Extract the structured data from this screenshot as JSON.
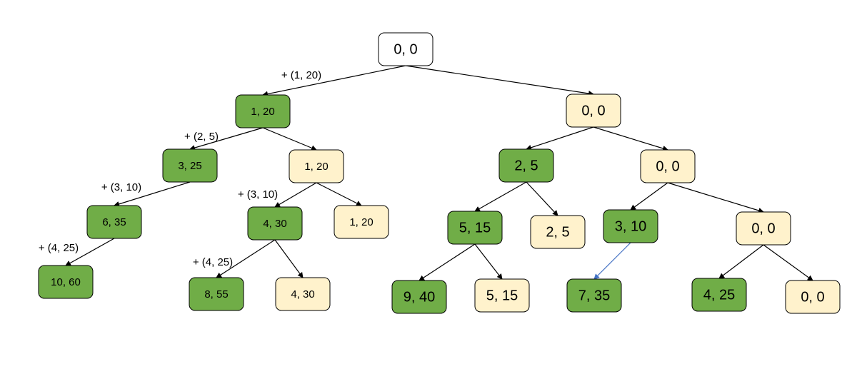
{
  "colors": {
    "background": "#ffffff",
    "included": "#70ad47",
    "excluded": "#fff2cc",
    "root": "#ffffff",
    "stroke": "#000000",
    "edge": "#000000",
    "highlight_edge": "#4472c4"
  },
  "nodes": [
    {
      "id": "n0",
      "label": "0, 0",
      "state": "root"
    },
    {
      "id": "n1",
      "label": "1, 20",
      "state": "included"
    },
    {
      "id": "n2",
      "label": "0, 0",
      "state": "excluded"
    },
    {
      "id": "n3",
      "label": "3, 25",
      "state": "included"
    },
    {
      "id": "n4",
      "label": "1, 20",
      "state": "excluded"
    },
    {
      "id": "n5",
      "label": "2, 5",
      "state": "included"
    },
    {
      "id": "n6",
      "label": "0, 0",
      "state": "excluded"
    },
    {
      "id": "n7",
      "label": "6, 35",
      "state": "included"
    },
    {
      "id": "n8",
      "label": "4, 30",
      "state": "included"
    },
    {
      "id": "n9",
      "label": "1, 20",
      "state": "excluded"
    },
    {
      "id": "n10",
      "label": "5, 15",
      "state": "included"
    },
    {
      "id": "n11",
      "label": "2, 5",
      "state": "excluded"
    },
    {
      "id": "n12",
      "label": "3, 10",
      "state": "included"
    },
    {
      "id": "n13",
      "label": "0, 0",
      "state": "excluded"
    },
    {
      "id": "n14",
      "label": "10, 60",
      "state": "included"
    },
    {
      "id": "n15",
      "label": "8, 55",
      "state": "included"
    },
    {
      "id": "n16",
      "label": "4, 30",
      "state": "excluded"
    },
    {
      "id": "n17",
      "label": "9, 40",
      "state": "included"
    },
    {
      "id": "n18",
      "label": "5, 15",
      "state": "excluded"
    },
    {
      "id": "n19",
      "label": "7, 35",
      "state": "included"
    },
    {
      "id": "n20",
      "label": "4, 25",
      "state": "included"
    },
    {
      "id": "n21",
      "label": "0, 0",
      "state": "excluded"
    }
  ],
  "edges": [
    {
      "from": "n0",
      "to": "n1",
      "label": "+ (1, 20)"
    },
    {
      "from": "n0",
      "to": "n2",
      "label": ""
    },
    {
      "from": "n1",
      "to": "n3",
      "label": "+ (2, 5)"
    },
    {
      "from": "n1",
      "to": "n4",
      "label": ""
    },
    {
      "from": "n2",
      "to": "n5",
      "label": ""
    },
    {
      "from": "n2",
      "to": "n6",
      "label": ""
    },
    {
      "from": "n3",
      "to": "n7",
      "label": "+ (3, 10)"
    },
    {
      "from": "n4",
      "to": "n8",
      "label": "+ (3, 10)"
    },
    {
      "from": "n4",
      "to": "n9",
      "label": ""
    },
    {
      "from": "n5",
      "to": "n10",
      "label": ""
    },
    {
      "from": "n5",
      "to": "n11",
      "label": ""
    },
    {
      "from": "n6",
      "to": "n12",
      "label": ""
    },
    {
      "from": "n6",
      "to": "n13",
      "label": ""
    },
    {
      "from": "n7",
      "to": "n14",
      "label": "+ (4, 25)"
    },
    {
      "from": "n8",
      "to": "n15",
      "label": "+ (4, 25)"
    },
    {
      "from": "n8",
      "to": "n16",
      "label": ""
    },
    {
      "from": "n10",
      "to": "n17",
      "label": ""
    },
    {
      "from": "n10",
      "to": "n18",
      "label": ""
    },
    {
      "from": "n12",
      "to": "n19",
      "label": "",
      "highlight": true
    },
    {
      "from": "n13",
      "to": "n20",
      "label": ""
    },
    {
      "from": "n13",
      "to": "n21",
      "label": ""
    }
  ]
}
